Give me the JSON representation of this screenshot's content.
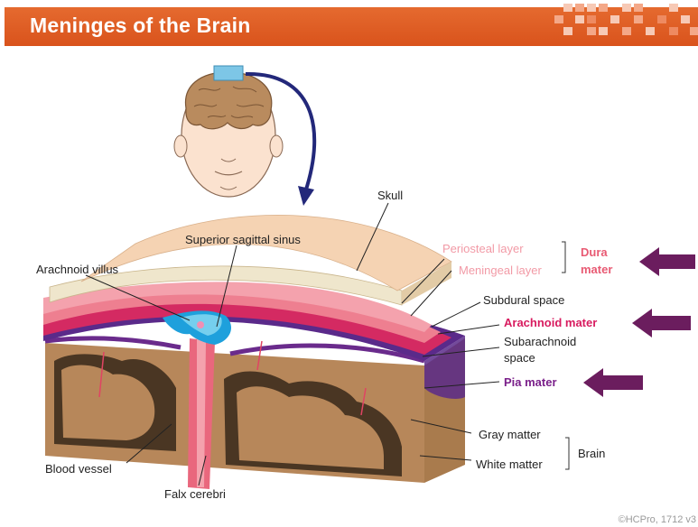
{
  "header": {
    "title": "Meninges of the Brain"
  },
  "diagram": {
    "labels": {
      "skull": "Skull",
      "superior_sagittal_sinus": "Superior sagittal sinus",
      "arachnoid_villus": "Arachnoid villus",
      "periosteal_layer": "Periosteal layer",
      "meningeal_layer": "Meningeal layer",
      "dura_mater_line1": "Dura",
      "dura_mater_line2": "mater",
      "subdural_space": "Subdural space",
      "arachnoid_mater": "Arachnoid mater",
      "subarachnoid_space_line1": "Subarachnoid",
      "subarachnoid_space_line2": "space",
      "pia_mater": "Pia mater",
      "gray_matter": "Gray matter",
      "white_matter": "White matter",
      "brain": "Brain",
      "blood_vessel": "Blood vessel",
      "falx_cerebri": "Falx cerebri"
    },
    "colors": {
      "dura_label": "#e85a73",
      "layer_label": "#f29aa6",
      "arachnoid_label": "#d81b5f",
      "pia_label": "#7a1f8a",
      "arrow": "#6b1d5e",
      "curved_arrow": "#23287a"
    }
  },
  "footer": {
    "credit": "©HCPro, 1712 v3"
  }
}
